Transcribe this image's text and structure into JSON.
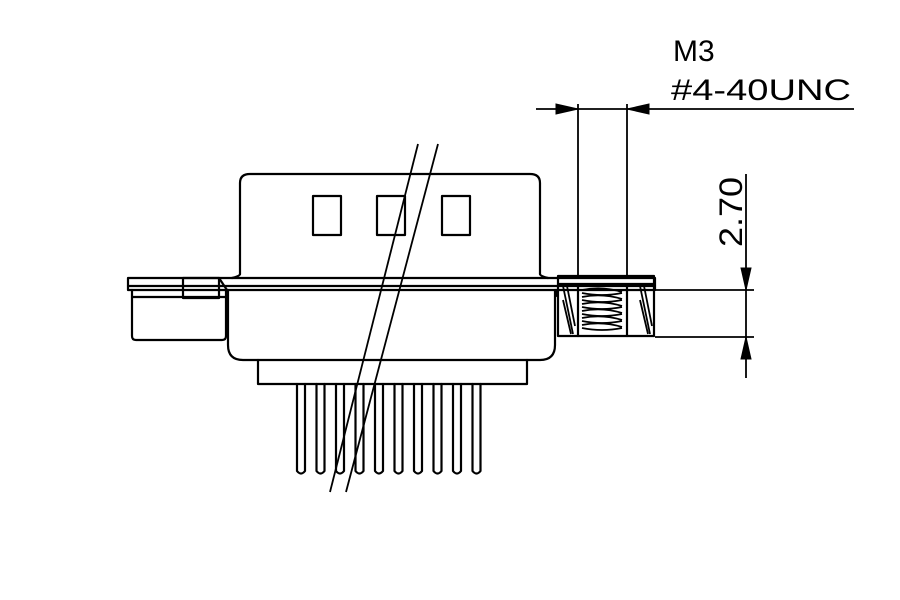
{
  "callout": {
    "line1": "M3",
    "line2": "#4-40UNC"
  },
  "dimension": {
    "value": "2.70"
  }
}
